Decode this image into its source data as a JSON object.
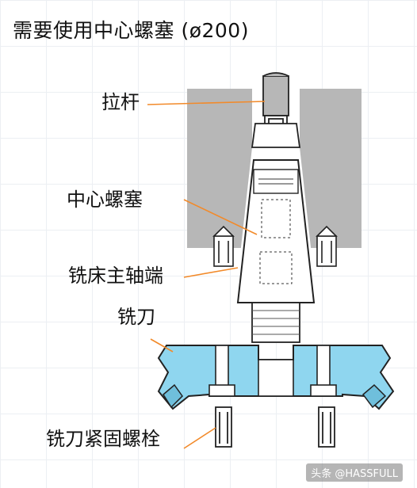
{
  "title": "需要使用中心螺塞 (ø200)",
  "labels": {
    "pull_stud": "拉杆",
    "center_plug": "中心螺塞",
    "spindle_nose": "铣床主轴端",
    "cutter": "铣刀",
    "cutter_bolts": "铣刀紧固螺栓"
  },
  "watermark": "头条 @HASSFULL",
  "colors": {
    "spindle": "#b7b7b7",
    "cutter": "#8fd6ef",
    "leader": "#f28a2a",
    "outline": "#222222"
  }
}
